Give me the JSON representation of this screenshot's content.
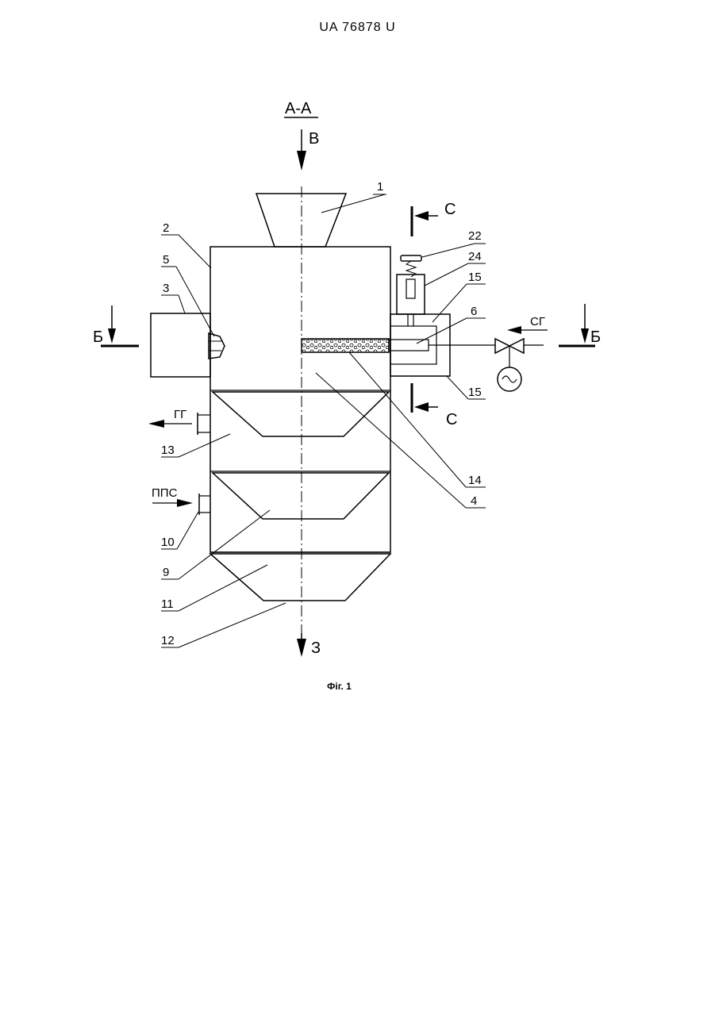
{
  "header": {
    "doc_number": "UA   76878   U"
  },
  "drawing": {
    "section_title": "А-А",
    "flow_in_top": "В",
    "flow_out_bottom": "З",
    "section_b_left": "Б",
    "section_b_right": "Б",
    "section_c_top": "С",
    "section_c_bottom": "С",
    "gas_sg": "СГ",
    "gas_gg": "ГГ",
    "gas_pps": "ППС",
    "numbers": {
      "n1": "1",
      "n2": "2",
      "n3": "3",
      "n4": "4",
      "n5": "5",
      "n6": "6",
      "n9": "9",
      "n10": "10",
      "n11": "11",
      "n12": "12",
      "n13": "13",
      "n14": "14",
      "n15a": "15",
      "n15b": "15",
      "n22": "22",
      "n24": "24"
    }
  },
  "caption": {
    "text": "Фіг. 1"
  }
}
